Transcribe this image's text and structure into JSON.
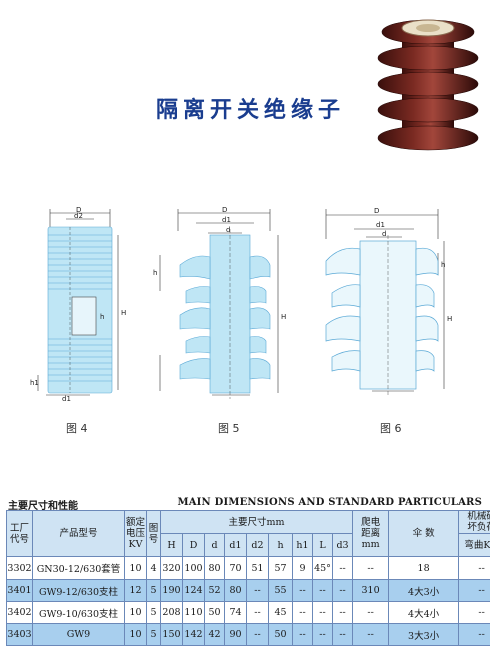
{
  "header": {
    "title": "隔离开关绝缘子"
  },
  "figures": {
    "fig4": {
      "caption": "图 4",
      "labels": {
        "D": "D",
        "d2": "d2",
        "H": "H",
        "h": "h",
        "h1": "h1",
        "d1": "d1"
      }
    },
    "fig5": {
      "caption": "图 5",
      "labels": {
        "D": "D",
        "d1": "d1",
        "d": "d",
        "H": "H",
        "h": "h"
      }
    },
    "fig6": {
      "caption": "图 6",
      "labels": {
        "D": "D",
        "d1": "d1",
        "d": "d",
        "H": "H",
        "h": "h"
      }
    }
  },
  "section": {
    "title_cn": "主要尺寸和性能",
    "title_en": "MAIN DIMENSIONS AND STANDARD PARTICULARS"
  },
  "table": {
    "headers": {
      "factory_code": "工厂\n代号",
      "model": "产品型号",
      "rated_voltage": "额定\n电压\nKV",
      "figure": "图\n号",
      "main_dims": "主要尺寸mm",
      "creepage": "爬电\n距离\nmm",
      "sheds": "伞 数",
      "mech_load": "机械破\n坏负荷",
      "bending": "弯曲KN",
      "sub": [
        "H",
        "D",
        "d",
        "d1",
        "d2",
        "h",
        "h1",
        "L",
        "d3"
      ]
    },
    "rows": [
      {
        "code": "3302",
        "model": "GN30-12/630套管",
        "kv": "10",
        "fig": "4",
        "H": "320",
        "D": "100",
        "d": "80",
        "d1": "70",
        "d2": "51",
        "h": "57",
        "h1": "9",
        "L": "45°",
        "d3": "--",
        "creep": "--",
        "sheds": "18",
        "load": "--"
      },
      {
        "code": "3401",
        "model": "GW9-12/630支柱",
        "kv": "12",
        "fig": "5",
        "H": "190",
        "D": "124",
        "d": "52",
        "d1": "80",
        "d2": "--",
        "h": "55",
        "h1": "--",
        "L": "--",
        "d3": "--",
        "creep": "310",
        "sheds": "4大3小",
        "load": "--"
      },
      {
        "code": "3402",
        "model": "GW9-10/630支柱",
        "kv": "10",
        "fig": "5",
        "H": "208",
        "D": "110",
        "d": "50",
        "d1": "74",
        "d2": "--",
        "h": "45",
        "h1": "--",
        "L": "--",
        "d3": "--",
        "creep": "--",
        "sheds": "4大4小",
        "load": "--"
      },
      {
        "code": "3403",
        "model": "GW9",
        "kv": "10",
        "fig": "5",
        "H": "150",
        "D": "142",
        "d": "42",
        "d1": "90",
        "d2": "--",
        "h": "50",
        "h1": "--",
        "L": "--",
        "d3": "--",
        "creep": "--",
        "sheds": "3大3小",
        "load": "--"
      }
    ]
  }
}
